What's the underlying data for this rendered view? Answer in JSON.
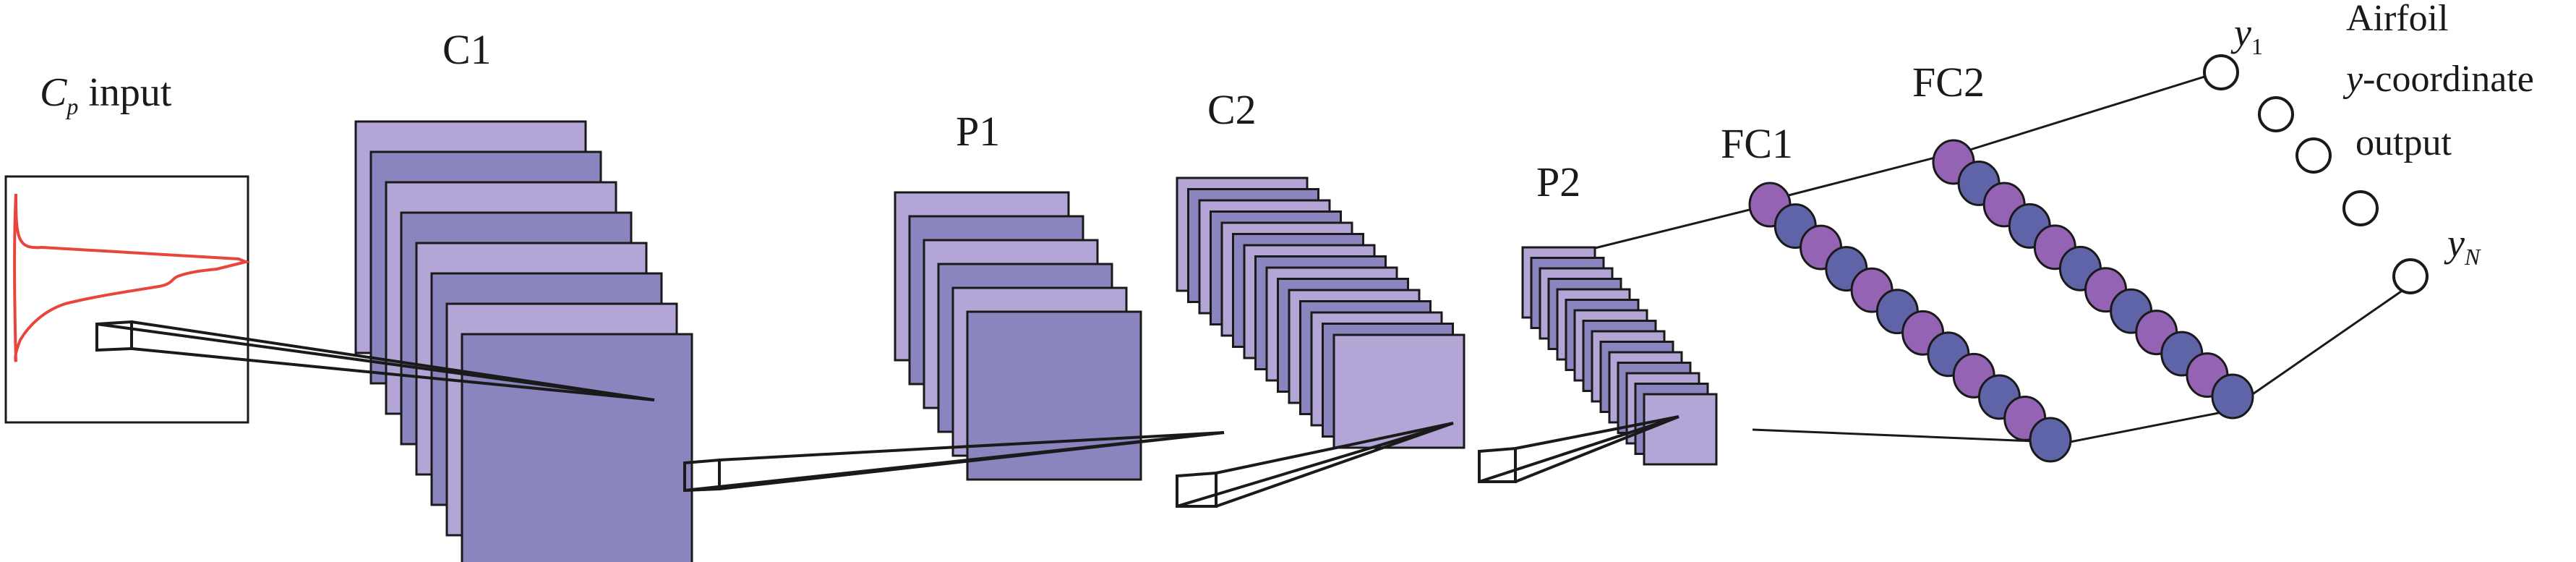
{
  "labels": {
    "input_var": "C",
    "input_sub": "p",
    "input_word": "input",
    "c1": "C1",
    "p1": "P1",
    "c2": "C2",
    "p2": "P2",
    "fc1": "FC1",
    "fc2": "FC2",
    "y1_var": "y",
    "y1_sub": "1",
    "yn_var": "y",
    "yn_sub": "N",
    "output_line1": "Airfoil",
    "output_line2_var": "y",
    "output_line2_rest": "-coordinate",
    "output_line3": "output"
  },
  "colors": {
    "map_light": "#b3a6d6",
    "map_dark": "#8a85bf",
    "neuron_purple": "#9463b3",
    "neuron_blue": "#5f63a8",
    "curve": "#e8453c",
    "line": "#1a1a1a"
  },
  "layers": [
    {
      "id": "c1",
      "maps": 8
    },
    {
      "id": "p1",
      "maps": 6
    },
    {
      "id": "c2",
      "maps": 15
    },
    {
      "id": "p2",
      "maps": 15
    }
  ],
  "dense": [
    {
      "id": "fc1",
      "neurons": 12
    },
    {
      "id": "fc2",
      "neurons": 12
    }
  ],
  "outputs": {
    "nodes": 5
  }
}
